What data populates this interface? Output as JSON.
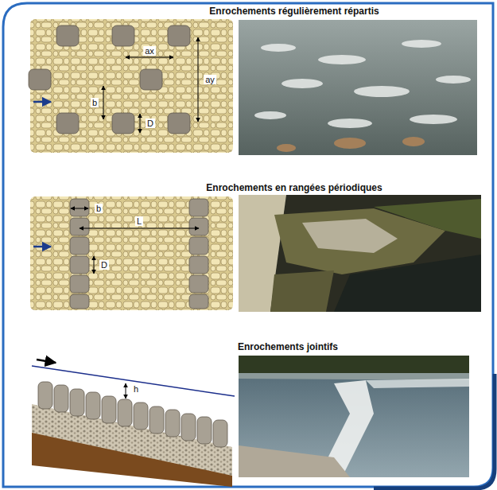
{
  "diagram": {
    "labels": [
      "Enrochements régulièrement répartis",
      "ax",
      "b",
      "D",
      "ay",
      "Enrochements en rangées périodiques",
      "b",
      "L",
      "D",
      "Enrochements jointifs",
      "h"
    ]
  }
}
